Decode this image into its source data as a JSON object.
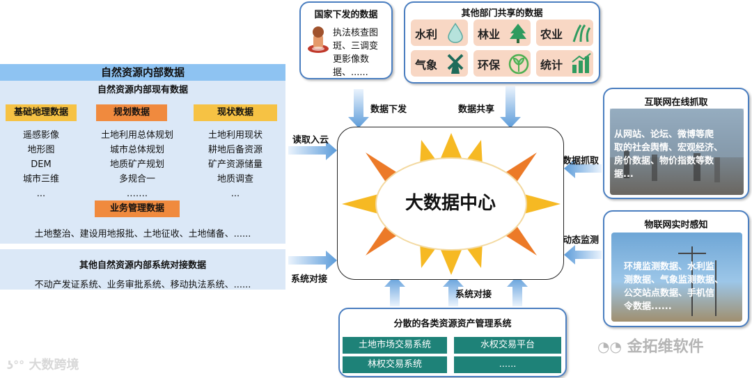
{
  "left": {
    "title": "自然资源内部数据",
    "subtitle": "自然资源内部现有数据",
    "columns": [
      {
        "header": "基础地理数据",
        "items": [
          "遥感影像",
          "地形图",
          "DEM",
          "城市三维",
          "..."
        ]
      },
      {
        "header": "规划数据",
        "items": [
          "土地利用总体规划",
          "城市总体规划",
          "地质矿产规划",
          "多规合一",
          "……."
        ]
      },
      {
        "header": "现状数据",
        "items": [
          "土地利用现状",
          "耕地后备资源",
          "矿产资源储量",
          "地质调查",
          "..."
        ]
      }
    ],
    "business_header": "业务管理数据",
    "business_text": "土地整治、建设用地报批、土地征收、土地储备、......",
    "other_title": "其他自然资源内部系统对接数据",
    "other_text": "不动产发证系统、业务审批系统、移动执法系统、......"
  },
  "national": {
    "title": "国家下发的数据",
    "text": [
      "执法核查图",
      "斑、三调变",
      "更影像数",
      "据、......"
    ]
  },
  "share": {
    "title": "其他部门共享的数据",
    "categories": [
      "水利",
      "林业",
      "农业",
      "气象",
      "环保",
      "统计"
    ]
  },
  "internet": {
    "title": "互联网在线抓取",
    "text": [
      "从网站、论坛、微博等爬",
      "取的社会舆情、宏观经济、",
      "房价数据、物价指数等数",
      "据..."
    ]
  },
  "iot": {
    "title": "物联网实时感知",
    "text": [
      "环境监测数据、水利监",
      "测数据、气象监测数据、",
      "公交站点数据、手机信",
      "令数据......"
    ]
  },
  "dispersed": {
    "title": "分散的各类资源资产管理系统",
    "cells": [
      "土地市场交易系统",
      "水权交易平台",
      "林权交易系统",
      "......"
    ]
  },
  "center": {
    "title": "大数据中心"
  },
  "arrows": {
    "down_national": "数据下发",
    "down_share": "数据共享",
    "read_cloud": "读取入云",
    "grab": "数据抓取",
    "monitor": "动态监测",
    "system_left": "系统对接",
    "system_bottom": "系统对接"
  },
  "watermarks": {
    "left": "大数跨境",
    "right": "金拓维软件"
  },
  "colors": {
    "accent_blue": "#8ec3f2",
    "panel": "#dbe8f7",
    "orange": "#f08a3e",
    "yellow": "#f6c244",
    "teal": "#1e8278"
  }
}
